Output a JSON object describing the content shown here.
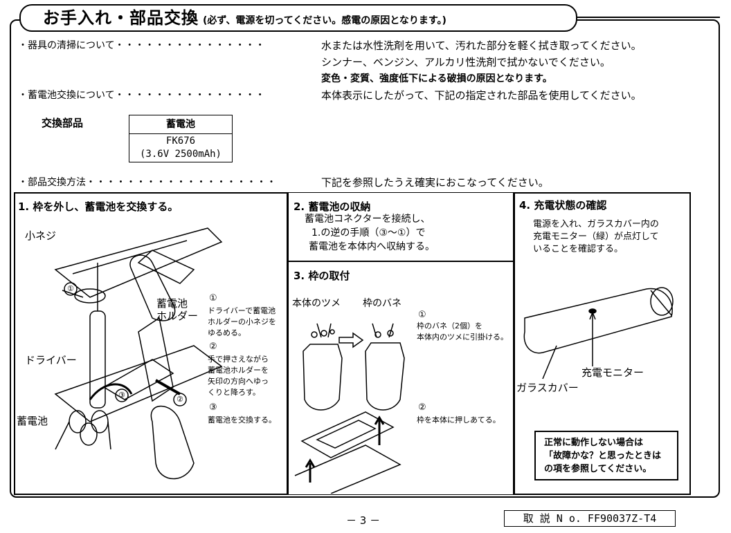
{
  "header": {
    "title": "お手入れ・部品交換",
    "note": "(必ず、電源を切ってください。感電の原因となります。)"
  },
  "items": [
    {
      "label": "・器具の清掃について",
      "leader": "・・・・・・・・・・・・・・・",
      "lines": [
        "水または水性洗剤を用いて、汚れた部分を軽く拭き取ってください。",
        "シンナー、ベンジン、アルカリ性洗剤で拭かないでください。"
      ],
      "warning": "変色・変質、強度低下による破損の原因となります。"
    },
    {
      "label": "・蓄電池交換について",
      "leader": "・・・・・・・・・・・・・・・",
      "lines": [
        "本体表示にしたがって、下記の指定された部品を使用してください。"
      ]
    },
    {
      "label": "・部品交換方法",
      "leader": "・・・・・・・・・・・・・・・・・・・",
      "lines": [
        "下記を参照したうえ確実におこなってください。"
      ]
    }
  ],
  "parts": {
    "label": "交換部品",
    "header": "蓄電池",
    "model": "FK676",
    "spec": "(3.6V 2500mAh)"
  },
  "step1": {
    "title": "1. 枠を外し、蓄電池を交換する。",
    "label_screw": "小ネジ",
    "label_holder_1": "蓄電池",
    "label_holder_2": "ホルダー",
    "label_driver": "ドライバー",
    "label_battery": "蓄電池",
    "n1": "①",
    "n2": "②",
    "n3": "③",
    "inst1_num": "①",
    "inst1": [
      "ドライバーで蓄電池",
      "ホルダーの小ネジを",
      "ゆるめる。"
    ],
    "inst2_num": "②",
    "inst2": [
      "手で押さえながら",
      "蓄電池ホルダーを",
      "矢印の方向へゆっ",
      "くりと降ろす。"
    ],
    "inst3_num": "③",
    "inst3": [
      "蓄電池を交換する。"
    ]
  },
  "step2": {
    "title": "2. 蓄電池の収納",
    "lines": [
      "蓄電池コネクターを接続し、",
      "1.の逆の手順（③～①）で",
      "蓄電池を本体内へ収納する。"
    ]
  },
  "step3": {
    "title": "3. 枠の取付",
    "label_tab": "本体のツメ",
    "label_spring": "枠のバネ",
    "inst1_num": "①",
    "inst1": [
      "枠のバネ（2個）を",
      "本体内のツメに引掛ける。"
    ],
    "inst2_num": "②",
    "inst2": [
      "枠を本体に押しあてる。"
    ]
  },
  "step4": {
    "title": "4. 充電状態の確認",
    "lines": [
      "電源を入れ、ガラスカバー内の",
      "充電モニター（緑）が点灯して",
      "いることを確認する。"
    ],
    "label_monitor": "充電モニター",
    "label_cover": "ガラスカバー"
  },
  "caution": {
    "lines": [
      "正常に動作しない場合は",
      "「故障かな？と思ったときは",
      "の項を参照してください。"
    ]
  },
  "footer": {
    "page": "－ 3 －",
    "docno": "取 説 N o. FF90037Z-T4"
  }
}
